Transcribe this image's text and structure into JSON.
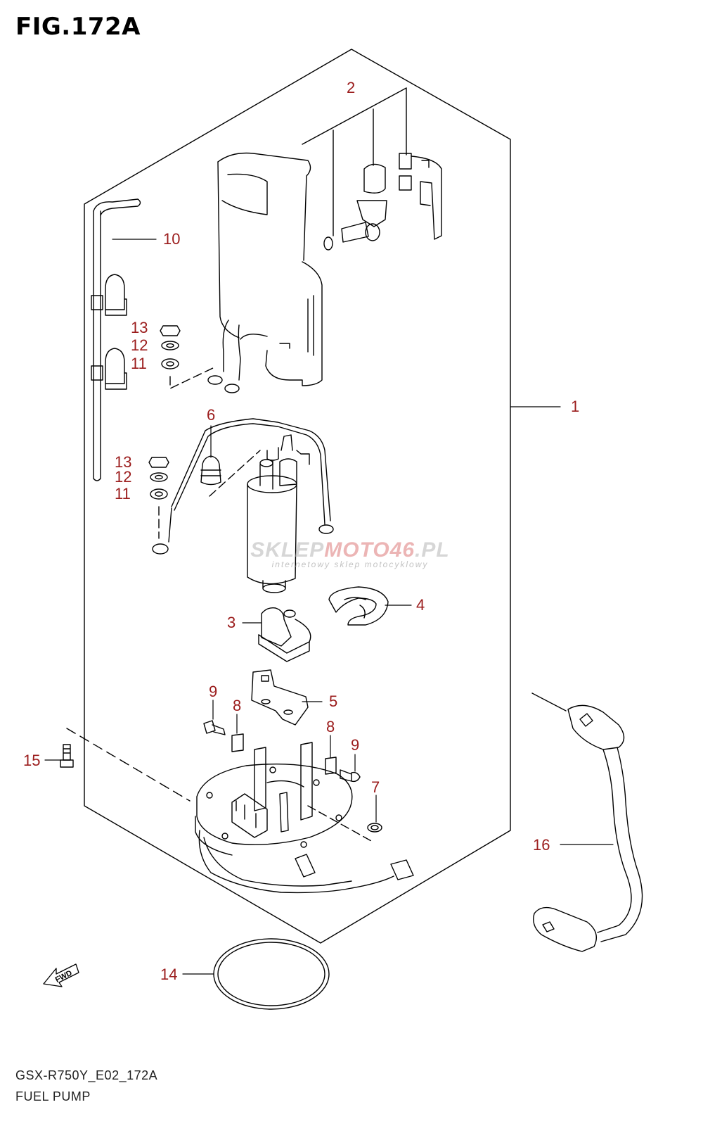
{
  "figure": {
    "title": "FIG.172A"
  },
  "footer": {
    "code": "GSX-R750Y_E02_172A",
    "name": "FUEL PUMP"
  },
  "watermark": {
    "main_a": "SKLEP",
    "main_b": "MOTO46",
    "main_c": ".PL",
    "sub": "internetowy sklep motocyklowy"
  },
  "direction": {
    "label": "FWD"
  },
  "callouts": [
    {
      "id": "1",
      "label": "1"
    },
    {
      "id": "2",
      "label": "2"
    },
    {
      "id": "3",
      "label": "3"
    },
    {
      "id": "4",
      "label": "4"
    },
    {
      "id": "5",
      "label": "5"
    },
    {
      "id": "6",
      "label": "6"
    },
    {
      "id": "7",
      "label": "7"
    },
    {
      "id": "8a",
      "label": "8"
    },
    {
      "id": "8b",
      "label": "8"
    },
    {
      "id": "9a",
      "label": "9"
    },
    {
      "id": "9b",
      "label": "9"
    },
    {
      "id": "10",
      "label": "10"
    },
    {
      "id": "11a",
      "label": "11"
    },
    {
      "id": "11b",
      "label": "11"
    },
    {
      "id": "12a",
      "label": "12"
    },
    {
      "id": "12b",
      "label": "12"
    },
    {
      "id": "13a",
      "label": "13"
    },
    {
      "id": "13b",
      "label": "13"
    },
    {
      "id": "14",
      "label": "14"
    },
    {
      "id": "15",
      "label": "15"
    },
    {
      "id": "16",
      "label": "16"
    }
  ],
  "colors": {
    "callout": "#9b1c1c",
    "line": "#000000"
  }
}
